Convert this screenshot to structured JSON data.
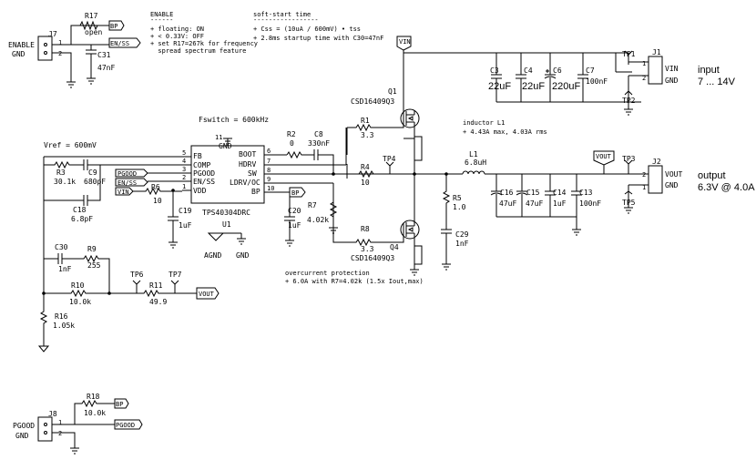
{
  "notes": {
    "enable": {
      "title": "ENABLE",
      "rule": "------",
      "lines": [
        "+ floating: ON",
        "+ < 0.33V: OFF",
        "+ set R17=267k for frequency",
        "  spread spectrum feature"
      ]
    },
    "softstart": {
      "title": "soft-start time",
      "rule": "-----------------",
      "lines": [
        "+ Css = (10uA / 600mV) • tss",
        "+ 2.8ms startup time with C30=47nF"
      ]
    },
    "inductor": {
      "title": "inductor L1",
      "lines": [
        "+ 4.43A max, 4.03A rms"
      ]
    },
    "overcurrent": {
      "title": "overcurrent protection",
      "lines": [
        "+ 6.0A with R7=4.02k (1.5x Iout,max)"
      ]
    },
    "fswitch": "Fswitch = 600kHz",
    "vref": "Vref = 600mV"
  },
  "io": {
    "input_label": "input",
    "input_value": "7 ... 14V",
    "output_label": "output",
    "output_value": "6.3V @ 4.0A"
  },
  "connectors": {
    "j7": {
      "ref": "J7",
      "pin1": "1",
      "pin2": "2",
      "label1": "ENABLE",
      "label2": "GND"
    },
    "j8": {
      "ref": "J8",
      "pin1": "1",
      "pin2": "2",
      "label1": "PGOOD",
      "label2": "GND"
    },
    "j1": {
      "ref": "J1",
      "pin1": "1",
      "pin2": "2",
      "label1": "VIN",
      "label2": "GND"
    },
    "j2": {
      "ref": "J2",
      "pin1": "2",
      "pin2": "1",
      "label1": "VOUT",
      "label2": "GND"
    }
  },
  "net_labels": {
    "en_ss": "EN/SS",
    "bp": "BP",
    "vin": "VIN",
    "vout": "VOUT",
    "pgood": "PGOOD"
  },
  "ic": {
    "ref": "U1",
    "part": "TPS40304DRC",
    "gnd_pin": "11",
    "gnd_label": "GND",
    "pins_left": [
      {
        "num": "5",
        "name": "FB"
      },
      {
        "num": "4",
        "name": "COMP"
      },
      {
        "num": "3",
        "name": "PGOOD"
      },
      {
        "num": "2",
        "name": "EN/SS"
      },
      {
        "num": "1",
        "name": "VDD"
      }
    ],
    "pins_right": [
      {
        "num": "6",
        "name": "BOOT"
      },
      {
        "num": "7",
        "name": "HDRV"
      },
      {
        "num": "8",
        "name": "SW"
      },
      {
        "num": "9",
        "name": "LDRV/OC"
      },
      {
        "num": "10",
        "name": "BP"
      }
    ]
  },
  "components": {
    "r17": {
      "ref": "R17",
      "value": "open"
    },
    "c31": {
      "ref": "C31",
      "value": "47nF"
    },
    "r2": {
      "ref": "R2",
      "value": "0"
    },
    "c8": {
      "ref": "C8",
      "value": "330nF"
    },
    "r1": {
      "ref": "R1",
      "value": "3.3"
    },
    "r4": {
      "ref": "R4",
      "value": "10"
    },
    "r8": {
      "ref": "R8",
      "value": "3.3"
    },
    "r3": {
      "ref": "R3",
      "value": "30.1k"
    },
    "c9": {
      "ref": "C9",
      "value": "680pF"
    },
    "c18": {
      "ref": "C18",
      "value": "6.8pF"
    },
    "r6": {
      "ref": "R6",
      "value": "10"
    },
    "c19": {
      "ref": "C19",
      "value": "1uF"
    },
    "c20": {
      "ref": "C20",
      "value": "1uF"
    },
    "r7": {
      "ref": "R7",
      "value": "4.02k"
    },
    "c30": {
      "ref": "C30",
      "value": "1nF"
    },
    "r9": {
      "ref": "R9",
      "value": "255"
    },
    "r10": {
      "ref": "R10",
      "value": "10.0k"
    },
    "r11": {
      "ref": "R11",
      "value": "49.9"
    },
    "r16": {
      "ref": "R16",
      "value": "1.05k"
    },
    "r18": {
      "ref": "R18",
      "value": "10.0k"
    },
    "q1": {
      "ref": "Q1",
      "part": "CSD16409Q3"
    },
    "q4": {
      "ref": "Q4",
      "part": "CSD16409Q3"
    },
    "l1": {
      "ref": "L1",
      "value": "6.8uH"
    },
    "r5": {
      "ref": "R5",
      "value": "1.0"
    },
    "c29": {
      "ref": "C29",
      "value": "1nF"
    },
    "c3": {
      "ref": "C3",
      "value": "22uF"
    },
    "c4": {
      "ref": "C4",
      "value": "22uF"
    },
    "c6": {
      "ref": "C6",
      "value": "220uF"
    },
    "c7": {
      "ref": "C7",
      "value": "100nF"
    },
    "c16": {
      "ref": "C16",
      "value": "47uF"
    },
    "c15": {
      "ref": "C15",
      "value": "47uF"
    },
    "c14": {
      "ref": "C14",
      "value": "1uF"
    },
    "c13": {
      "ref": "C13",
      "value": "100nF"
    }
  },
  "testpoints": {
    "tp1": "TP1",
    "tp2": "TP2",
    "tp3": "TP3",
    "tp4": "TP4",
    "tp5": "TP5",
    "tp6": "TP6",
    "tp7": "TP7"
  },
  "gnd_labels": {
    "agnd": "AGND",
    "gnd": "GND"
  }
}
